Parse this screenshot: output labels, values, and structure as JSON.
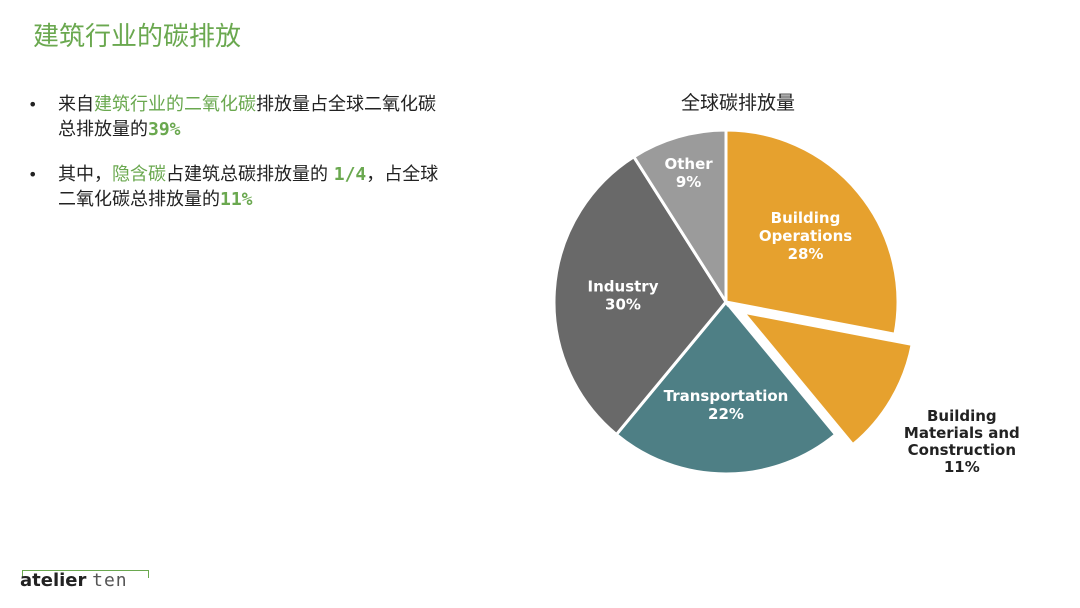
{
  "slide": {
    "title": "建筑行业的碳排放"
  },
  "bullets": [
    {
      "p1": "来自",
      "h1": "建筑行业的二氧化碳",
      "p2": "排放量占全球二氧化碳总排放量的",
      "n1": "39%"
    },
    {
      "p1": "其中，",
      "h1": "隐含碳",
      "p2": "占建筑总碳排放量的 ",
      "n1": "1/4",
      "p3": "，占全球二氧化碳总排放量的",
      "n2": "11%"
    }
  ],
  "brand": {
    "name_a": "atelier",
    "name_b": "ten"
  },
  "chart_data": {
    "type": "pie",
    "title": "全球碳排放量",
    "slices": [
      {
        "label_lines": [
          "Building",
          "Operations"
        ],
        "value_label": "28%",
        "value": 28,
        "color": "#e6a12e",
        "exploded": false,
        "label_inside": true
      },
      {
        "label_lines": [
          "Building",
          "Materials and",
          "Construction"
        ],
        "value_label": "11%",
        "value": 11,
        "color": "#e6a12e",
        "exploded": true,
        "label_inside": false
      },
      {
        "label_lines": [
          "Transportation"
        ],
        "value_label": "22%",
        "value": 22,
        "color": "#4e7f85",
        "exploded": false,
        "label_inside": true
      },
      {
        "label_lines": [
          "Industry"
        ],
        "value_label": "30%",
        "value": 30,
        "color": "#696969",
        "exploded": false,
        "label_inside": true
      },
      {
        "label_lines": [
          "Other"
        ],
        "value_label": "9%",
        "value": 9,
        "color": "#9b9b9b",
        "exploded": false,
        "label_inside": true
      }
    ]
  }
}
